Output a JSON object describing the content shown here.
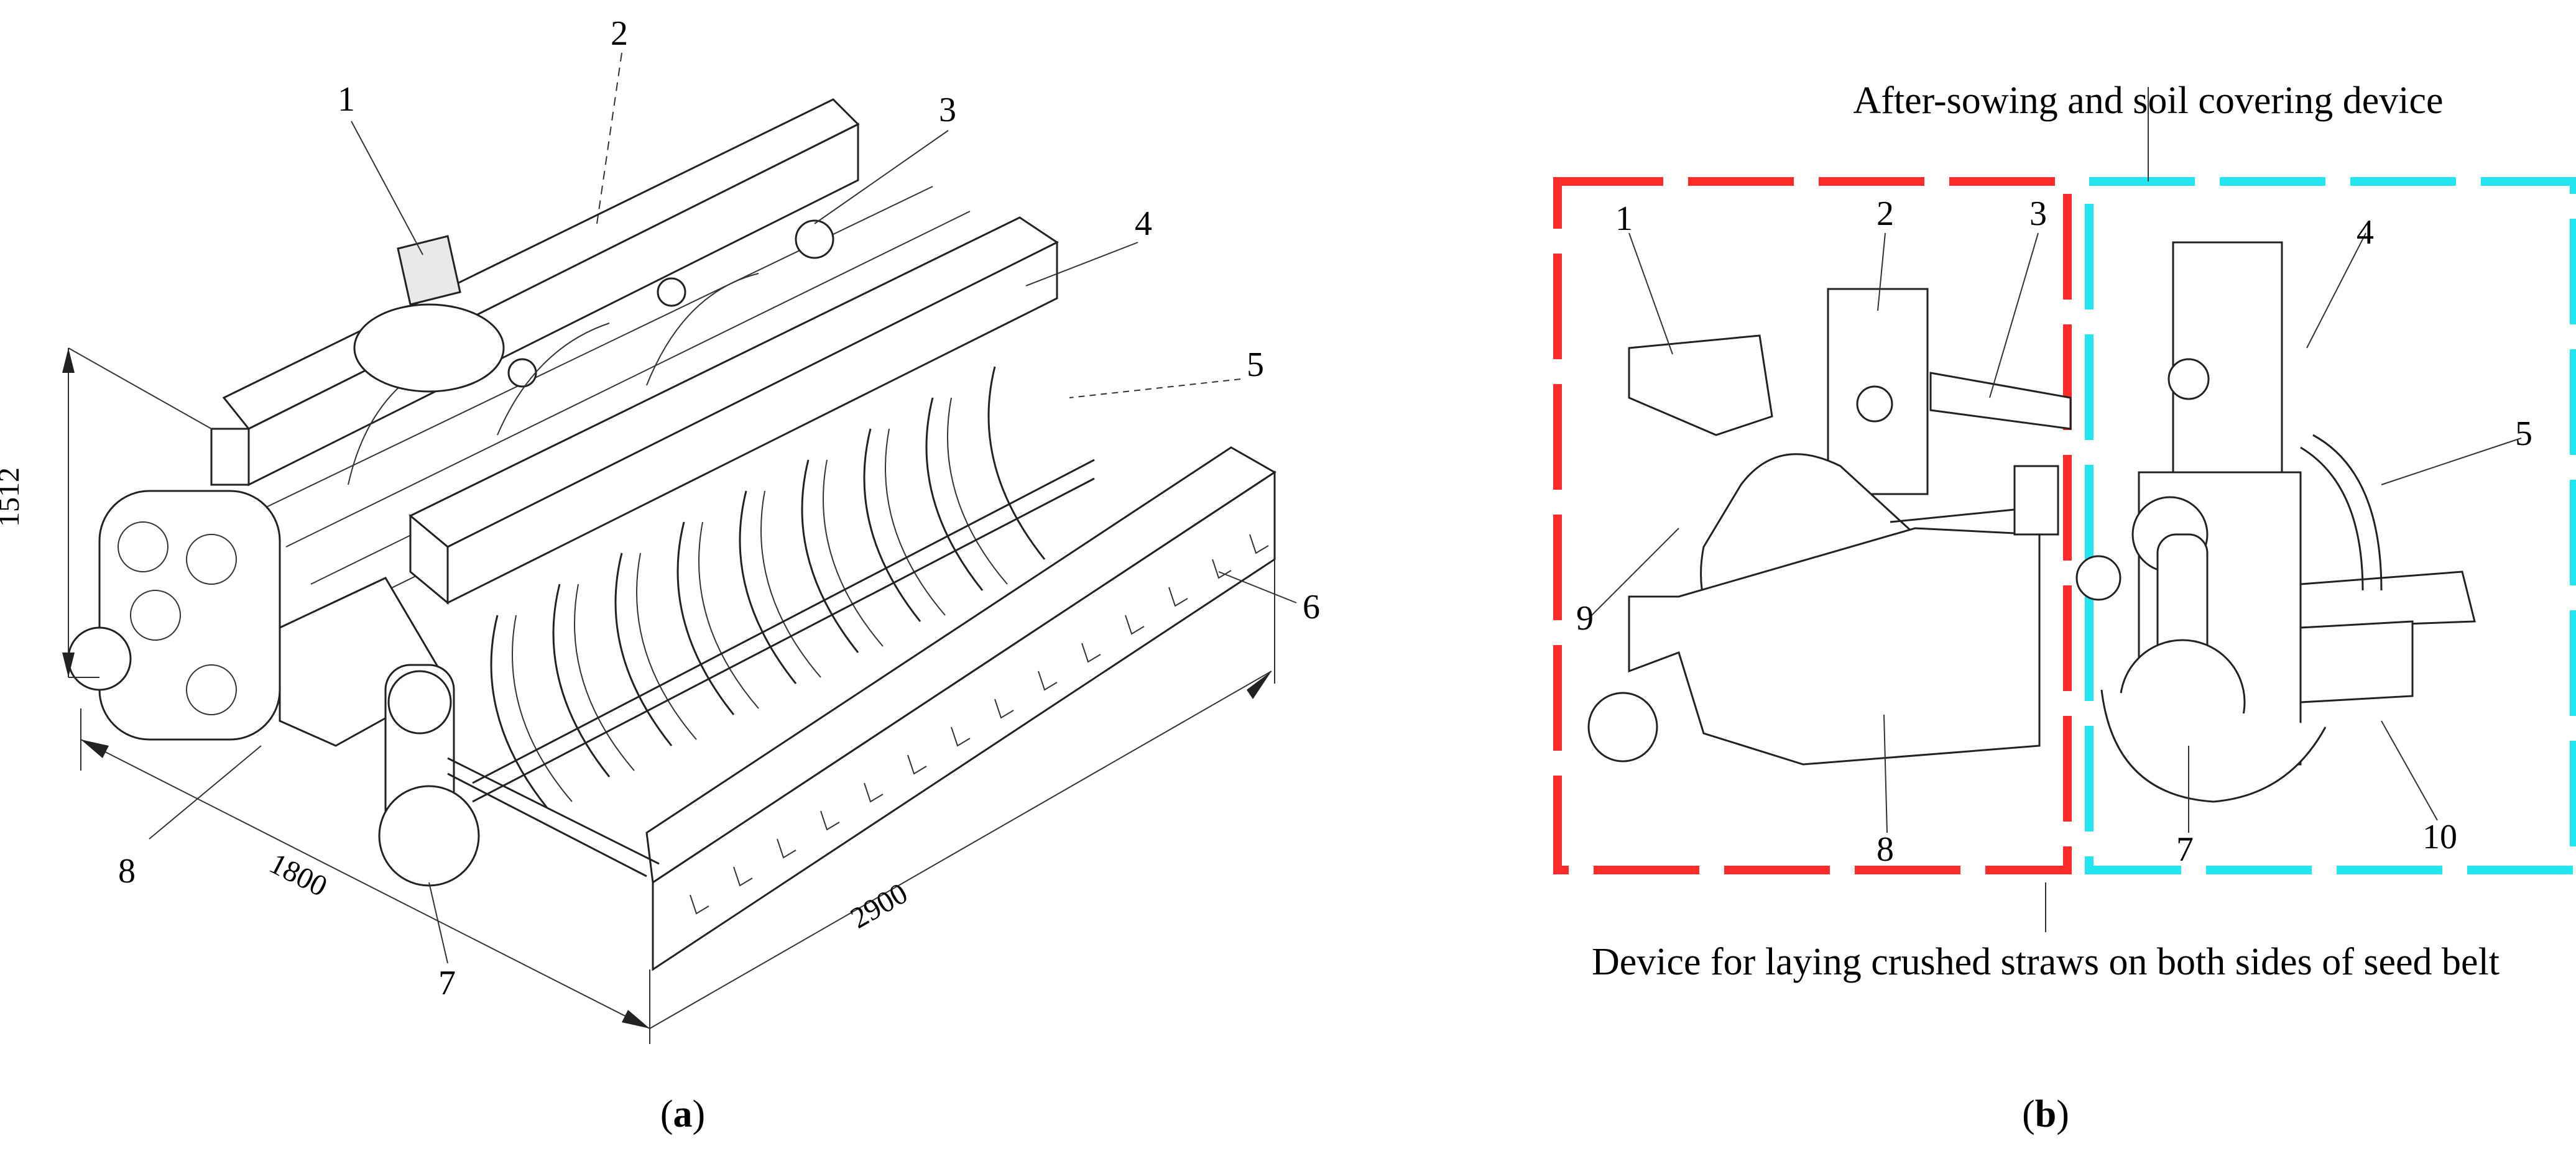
{
  "panel_a": {
    "callouts": [
      "1",
      "2",
      "3",
      "4",
      "5",
      "6",
      "7",
      "8"
    ],
    "dimensions": {
      "height": "1512",
      "width": "1800",
      "length": "2900"
    },
    "label": {
      "open": "(",
      "letter": "a",
      "close": ")"
    }
  },
  "panel_b": {
    "callouts": [
      "1",
      "2",
      "3",
      "4",
      "5",
      "7",
      "8",
      "9",
      "10"
    ],
    "group_top_label": "After-sowing and soil covering device",
    "group_bottom_label": "Device for laying crushed straws on both sides of seed belt",
    "label": {
      "open": "(",
      "letter": "b",
      "close": ")"
    },
    "colors": {
      "straw_device_box": "#ff2a2a",
      "soil_cover_box": "#22e5f0"
    }
  }
}
